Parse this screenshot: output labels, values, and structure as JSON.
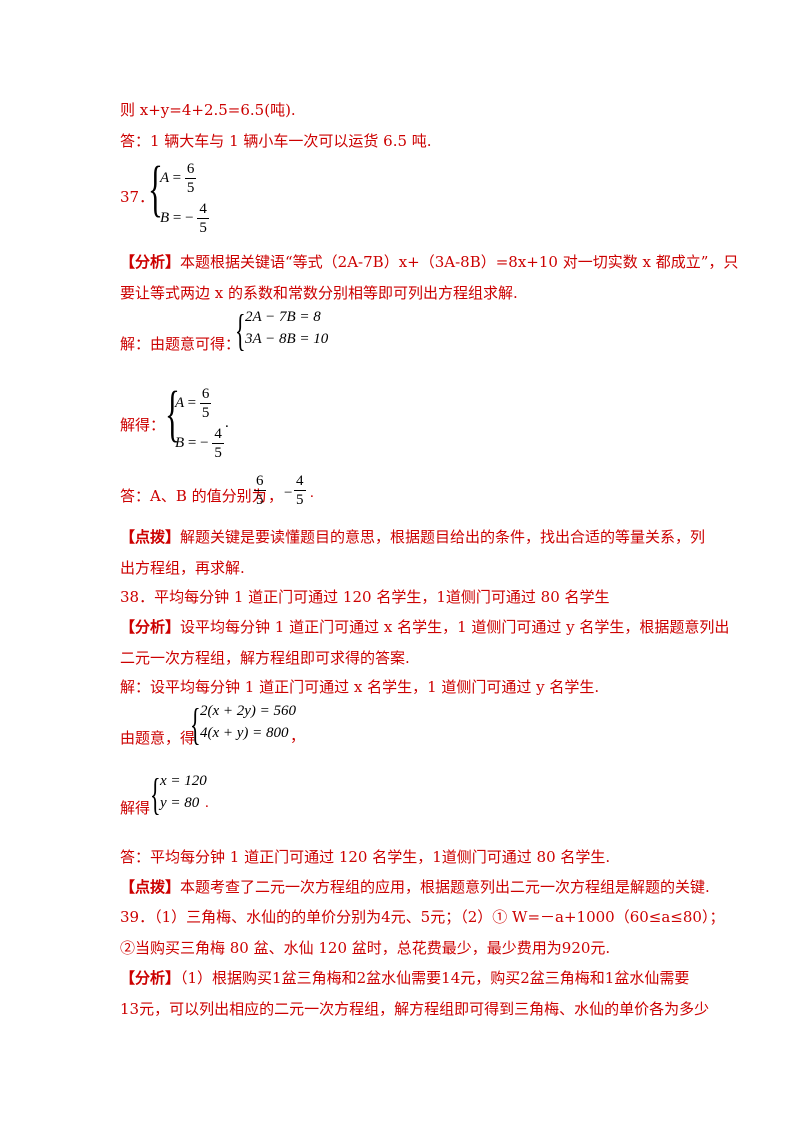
{
  "lines": {
    "l1": "则 x+y=4+2.5=6.5(吨).",
    "l2": "答：1 辆大车与 1 辆小车一次可以运货 6.5 吨.",
    "q37": "37．",
    "analysis37_tag": "【分析】",
    "analysis37_a": "本题根据关键语“等式（2A-7B）x+（3A-8B）=8x+10 对一切实数 x 都成立”，只",
    "analysis37_b": "要让等式两边 x 的系数和常数分别相等即可列出方程组求解.",
    "sol37_intro": "解：由题意可得：",
    "sol37_eq1": "2A − 7B = 8",
    "sol37_eq2": "3A − 8B = 10",
    "sol37_get": "解得：",
    "ans37_a": "答：A、B 的值分别为",
    "ans37_sep": "，",
    "ans37_end": ".",
    "tip37_tag": "【点拨】",
    "tip37_a": "解题关键是要读懂题目的意思，根据题目给出的条件，找出合适的等量关系，列",
    "tip37_b": "出方程组，再求解.",
    "q38": "38．平均每分钟 1 道正门可通过 120 名学生，1道侧门可通过 80 名学生",
    "analysis38_tag": "【分析】",
    "analysis38_a": "设平均每分钟 1 道正门可通过 x 名学生，1 道侧门可通过 y 名学生，根据题意列出",
    "analysis38_b": "二元一次方程组，解方程组即可求得的答案.",
    "sol38_a": "解：设平均每分钟 1 道正门可通过 x 名学生，1 道侧门可通过 y 名学生.",
    "sol38_intro": "由题意，得",
    "sol38_eq1": "2(x + 2y) = 560",
    "sol38_eq2": "4(x + y) = 800",
    "sol38_comma": "，",
    "sol38_get": "解得",
    "sol38_r1": "x = 120",
    "sol38_r2": "y = 80",
    "sol38_dot": ".",
    "ans38": "答：平均每分钟 1 道正门可通过 120 名学生，1道侧门可通过 80 名学生.",
    "tip38_tag": "【点拨】",
    "tip38": "本题考查了二元一次方程组的应用，根据题意列出二元一次方程组是解题的关键.",
    "q39_a": "39．（1）三角梅、水仙的的单价分别为4元、5元；（2）① W=－a+1000（60≤a≤80）；",
    "q39_b": "②当购买三角梅 80 盆、水仙 120 盆时，总花费最少，最少费用为920元.",
    "analysis39_tag": "【分析】",
    "analysis39_a": "（1）根据购买1盆三角梅和2盆水仙需要14元，购买2盆三角梅和1盆水仙需要",
    "analysis39_b": "13元，可以列出相应的二元一次方程组，解方程组即可得到三角梅、水仙的单价各为多少"
  },
  "math": {
    "A": "A",
    "B": "B",
    "eq_sign": "=",
    "neg": "−",
    "six": "6",
    "four": "4",
    "five": "5",
    "brace": "{",
    "dot": "."
  }
}
